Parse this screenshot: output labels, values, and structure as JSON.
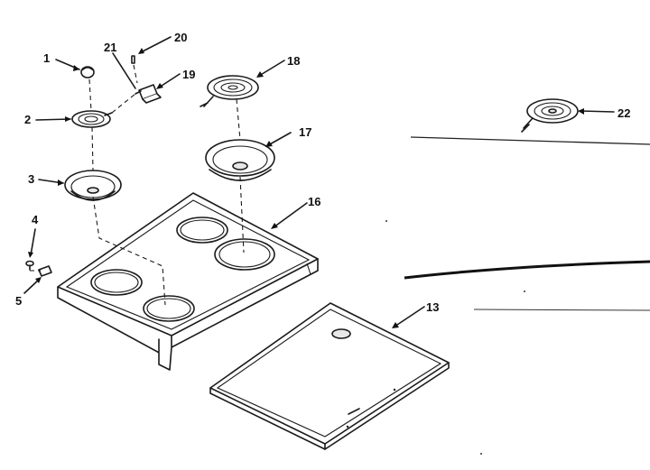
{
  "diagram": {
    "accent_color": "#1a1a1a",
    "background_color": "#ffffff",
    "callouts": [
      {
        "id": "c1",
        "label": "1",
        "part": "control-knob"
      },
      {
        "id": "c2",
        "label": "2",
        "part": "small-drip-bowl-element"
      },
      {
        "id": "c3",
        "label": "3",
        "part": "small-drip-bowl"
      },
      {
        "id": "c4",
        "label": "4",
        "part": "screw"
      },
      {
        "id": "c5",
        "label": "5",
        "part": "clip"
      },
      {
        "id": "c13",
        "label": "13",
        "part": "bottom-panel"
      },
      {
        "id": "c16",
        "label": "16",
        "part": "cooktop"
      },
      {
        "id": "c17",
        "label": "17",
        "part": "large-drip-bowl"
      },
      {
        "id": "c18",
        "label": "18",
        "part": "large-surface-element"
      },
      {
        "id": "c19",
        "label": "19",
        "part": "receptacle"
      },
      {
        "id": "c20",
        "label": "20",
        "part": "screw-small"
      },
      {
        "id": "c21",
        "label": "21",
        "part": "terminal-block"
      },
      {
        "id": "c22",
        "label": "22",
        "part": "surface-element-alt"
      }
    ]
  }
}
